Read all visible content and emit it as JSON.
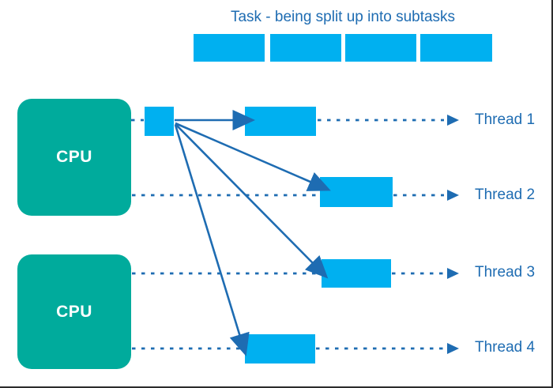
{
  "title": "Task - being split up into subtasks",
  "task_bar": {
    "segment_count": 4
  },
  "cpus": [
    {
      "label": "CPU"
    },
    {
      "label": "CPU"
    }
  ],
  "threads": [
    {
      "label": "Thread 1"
    },
    {
      "label": "Thread 2"
    },
    {
      "label": "Thread 3"
    },
    {
      "label": "Thread 4"
    }
  ],
  "colors": {
    "subtask": "#00B0F0",
    "cpu": "#00AB9C",
    "line": "#1E6CB2",
    "text": "#1E6CB2",
    "border": "#2B2B2B",
    "background": "#FFFFFF"
  }
}
